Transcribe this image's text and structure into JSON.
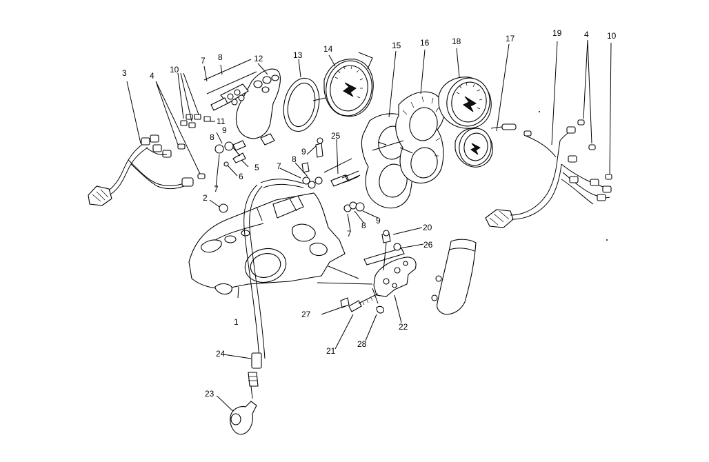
{
  "diagram": {
    "callouts": [
      {
        "id": "c1",
        "text": "1"
      },
      {
        "id": "c2",
        "text": "2"
      },
      {
        "id": "c3",
        "text": "3"
      },
      {
        "id": "c4a",
        "text": "4"
      },
      {
        "id": "c4b",
        "text": "4"
      },
      {
        "id": "c5",
        "text": "5"
      },
      {
        "id": "c6",
        "text": "6"
      },
      {
        "id": "c7a",
        "text": "7"
      },
      {
        "id": "c7b",
        "text": "7"
      },
      {
        "id": "c7c",
        "text": "7"
      },
      {
        "id": "c7d",
        "text": "7"
      },
      {
        "id": "c8a",
        "text": "8"
      },
      {
        "id": "c8b",
        "text": "8"
      },
      {
        "id": "c8c",
        "text": "8"
      },
      {
        "id": "c8d",
        "text": "8"
      },
      {
        "id": "c9a",
        "text": "9"
      },
      {
        "id": "c9b",
        "text": "9"
      },
      {
        "id": "c9c",
        "text": "9"
      },
      {
        "id": "c10a",
        "text": "10"
      },
      {
        "id": "c10b",
        "text": "10"
      },
      {
        "id": "c11",
        "text": "11"
      },
      {
        "id": "c12",
        "text": "12"
      },
      {
        "id": "c13",
        "text": "13"
      },
      {
        "id": "c14",
        "text": "14"
      },
      {
        "id": "c15",
        "text": "15"
      },
      {
        "id": "c16",
        "text": "16"
      },
      {
        "id": "c17",
        "text": "17"
      },
      {
        "id": "c18",
        "text": "18"
      },
      {
        "id": "c19",
        "text": "19"
      },
      {
        "id": "c20",
        "text": "20"
      },
      {
        "id": "c21",
        "text": "21"
      },
      {
        "id": "c22",
        "text": "22"
      },
      {
        "id": "c23",
        "text": "23"
      },
      {
        "id": "c24",
        "text": "24"
      },
      {
        "id": "c25",
        "text": "25"
      },
      {
        "id": "c26",
        "text": "26"
      },
      {
        "id": "c27",
        "text": "27"
      },
      {
        "id": "c28",
        "text": "28"
      }
    ]
  }
}
